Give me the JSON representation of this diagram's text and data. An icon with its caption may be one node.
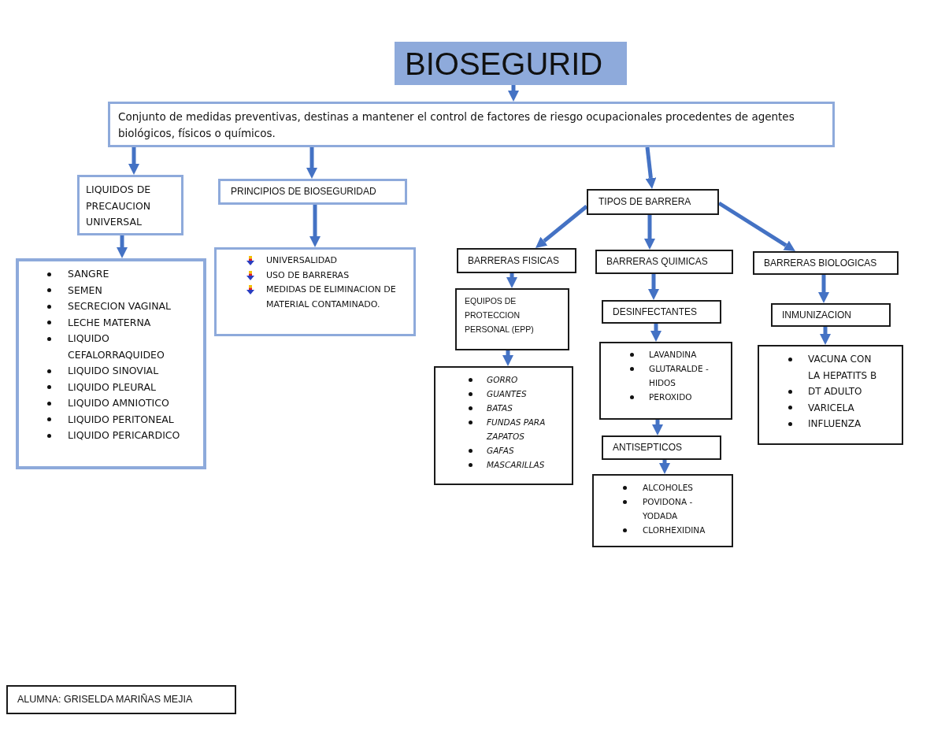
{
  "diagram": {
    "nodes": [
      {
        "text": [
          "BIOSEGURID"
        ]
      },
      {
        "text": [
          "Conjunto de medidas preventivas, destinas a mantener el control de factores de riesgo ocupacionales procedentes de agentes biológicos, físicos o químicos."
        ]
      },
      {
        "text": [
          "LIQUIDOS DE PRECAUCION UNIVERSAL"
        ]
      },
      {
        "text": [
          "SANGRE",
          "SEMEN",
          "SECRECION VAGINAL",
          "LECHE MATERNA",
          "LIQUIDO CEFALORRAQUIDEO",
          "LIQUIDO SINOVIAL",
          "LIQUIDO PLEURAL",
          "LIQUIDO AMNIOTICO",
          "LIQUIDO PERITONEAL",
          "LIQUIDO PERICARDICO"
        ]
      },
      {
        "text": [
          "PRINCIPIOS DE BIOSEGURIDAD"
        ]
      },
      {
        "text": [
          "UNIVERSALIDAD",
          "USO DE BARRERAS",
          "MEDIDAS DE ELIMINACION DE MATERIAL CONTAMINADO."
        ]
      },
      {
        "text": [
          "TIPOS DE BARRERA"
        ]
      },
      {
        "text": [
          "BARRERAS FISICAS"
        ]
      },
      {
        "text": [
          "EQUIPOS DE PROTECCION PERSONAL (EPP)"
        ]
      },
      {
        "text": [
          "GORRO",
          "GUANTES",
          "BATAS",
          "FUNDAS PARA ZAPATOS",
          "GAFAS",
          "MASCARILLAS"
        ]
      },
      {
        "text": [
          "BARRERAS QUIMICAS"
        ]
      },
      {
        "text": [
          "DESINFECTANTES"
        ]
      },
      {
        "text": [
          "LAVANDINA",
          "GLUTARALDE - HIDOS",
          "PEROXIDO"
        ]
      },
      {
        "text": [
          "ANTISEPTICOS"
        ]
      },
      {
        "text": [
          "ALCOHOLES",
          "POVIDONA - YODADA",
          "CLORHEXIDINA"
        ]
      },
      {
        "text": [
          "BARRERAS BIOLOGICAS"
        ]
      },
      {
        "text": [
          "INMUNIZACION"
        ]
      },
      {
        "text": [
          "VACUNA CON LA HEPATITS B",
          "DT ADULTO",
          "VARICELA",
          "INFLUENZA"
        ]
      },
      {
        "text": [
          "ALUMNA: GRISELDA MARIÑAS MEJIA"
        ]
      }
    ],
    "edges": [
      {
        "from": 0,
        "to": 1,
        "arrow": "to"
      },
      {
        "from": 1,
        "to": 2,
        "arrow": "to"
      },
      {
        "from": 1,
        "to": 4,
        "arrow": "to"
      },
      {
        "from": 1,
        "to": 6,
        "arrow": "to"
      },
      {
        "from": 2,
        "to": 3,
        "arrow": "to"
      },
      {
        "from": 4,
        "to": 5,
        "arrow": "to"
      },
      {
        "from": 6,
        "to": 7,
        "arrow": "to"
      },
      {
        "from": 6,
        "to": 10,
        "arrow": "to"
      },
      {
        "from": 6,
        "to": 15,
        "arrow": "to"
      },
      {
        "from": 7,
        "to": 8,
        "arrow": "to"
      },
      {
        "from": 8,
        "to": 9,
        "arrow": "to"
      },
      {
        "from": 10,
        "to": 11,
        "arrow": "to"
      },
      {
        "from": 11,
        "to": 12,
        "arrow": "to"
      },
      {
        "from": 12,
        "to": 13,
        "arrow": "to"
      },
      {
        "from": 13,
        "to": 14,
        "arrow": "to"
      },
      {
        "from": 15,
        "to": 16,
        "arrow": "to"
      },
      {
        "from": 16,
        "to": 17,
        "arrow": "to"
      }
    ]
  }
}
